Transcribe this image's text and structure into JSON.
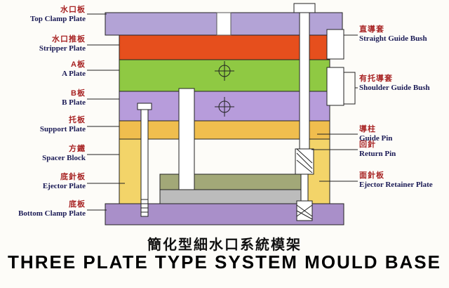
{
  "title": {
    "zh": "簡化型細水口系統模架",
    "en": "THREE PLATE TYPE SYSTEM MOULD BASE"
  },
  "left_labels": [
    {
      "zh": "水口板",
      "en": "Top Clamp Plate"
    },
    {
      "zh": "水口推板",
      "en": "Stripper Plate"
    },
    {
      "zh": "A板",
      "en": "A Plate"
    },
    {
      "zh": "B板",
      "en": "B Plate"
    },
    {
      "zh": "托板",
      "en": "Support Plate"
    },
    {
      "zh": "方鐵",
      "en": "Spacer Block"
    },
    {
      "zh": "底針板",
      "en": "Ejector Plate"
    },
    {
      "zh": "底板",
      "en": "Bottom Clamp Plate"
    }
  ],
  "right_labels": [
    {
      "zh": "直導套",
      "en": "Straight Guide Bush"
    },
    {
      "zh": "有托導套",
      "en": "Shoulder Guide Bush"
    },
    {
      "zh": "導柱",
      "en": "Guide Pin"
    },
    {
      "zh": "回針",
      "en": "Return Pin"
    },
    {
      "zh": "面針板",
      "en": "Ejector Retainer Plate"
    }
  ],
  "colors": {
    "top_clamp": "#b3a3d6",
    "stripper": "#e64f1d",
    "a_plate": "#8fc943",
    "b_plate": "#b79cdb",
    "support": "#f0be4e",
    "spacer": "#f3d469",
    "ejector_retainer": "#a2a878",
    "ejector": "#bcbcbc",
    "bottom_clamp": "#a98fc9",
    "line": "#222222",
    "component": "#ffffff"
  }
}
